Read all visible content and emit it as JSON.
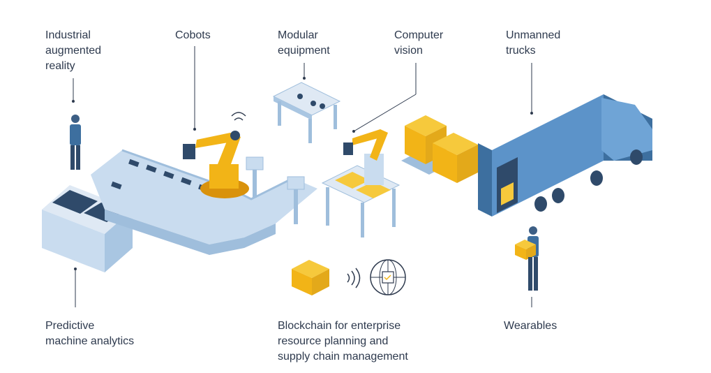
{
  "labels": {
    "industrial_ar": "Industrial\naugmented\nreality",
    "cobots": "Cobots",
    "modular_equipment": "Modular\nequipment",
    "computer_vision": "Computer\nvision",
    "unmanned_trucks": "Unmanned\ntrucks",
    "predictive_analytics": "Predictive\nmachine analytics",
    "blockchain": "Blockchain for enterprise\nresource planning and\nsupply chain management",
    "wearables": "Wearables"
  },
  "colors": {
    "text": "#2e3a4e",
    "conveyor": "#c9dcef",
    "conveyor_dark": "#9fbedc",
    "robot": "#f2b417",
    "robot_dark": "#d9920c",
    "box": "#f6c93c",
    "box_dark": "#e3a91a",
    "truck": "#5c93c9",
    "truck_dark": "#3d6f9f",
    "line": "#2e3a4e"
  },
  "icons": [
    "conveyor-belt",
    "robot-arm",
    "worker-with-ar-headset",
    "workbench",
    "pallet-boxes",
    "truck",
    "worker-carrying-box",
    "box-icon",
    "signal-waves-icon",
    "globe-icon"
  ]
}
